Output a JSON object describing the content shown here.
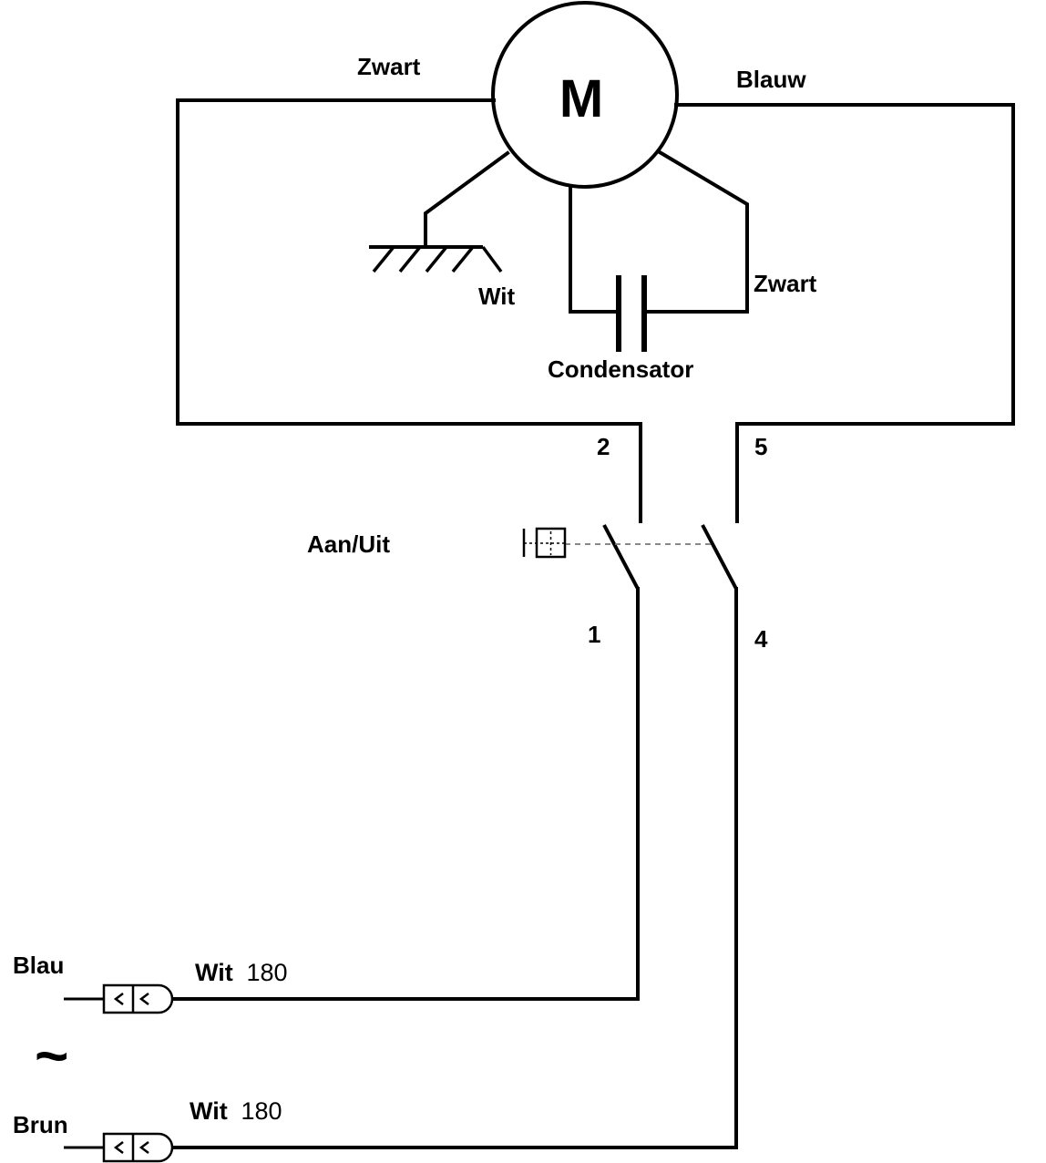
{
  "motor": {
    "symbol": "M"
  },
  "wires": {
    "top_left": "Zwart",
    "top_right": "Blauw",
    "ground": "Wit",
    "capacitor_right": "Zwart"
  },
  "capacitor": {
    "label": "Condensator"
  },
  "switch": {
    "label": "Aan/Uit",
    "terminals": {
      "t2": "2",
      "t5": "5",
      "t1": "1",
      "t4": "4"
    }
  },
  "inputs": [
    {
      "label": "Blau",
      "wire_color": "Wit",
      "wire_size": "180"
    },
    {
      "label": "Brun",
      "wire_color": "Wit",
      "wire_size": "180"
    }
  ],
  "ac_symbol": "~"
}
